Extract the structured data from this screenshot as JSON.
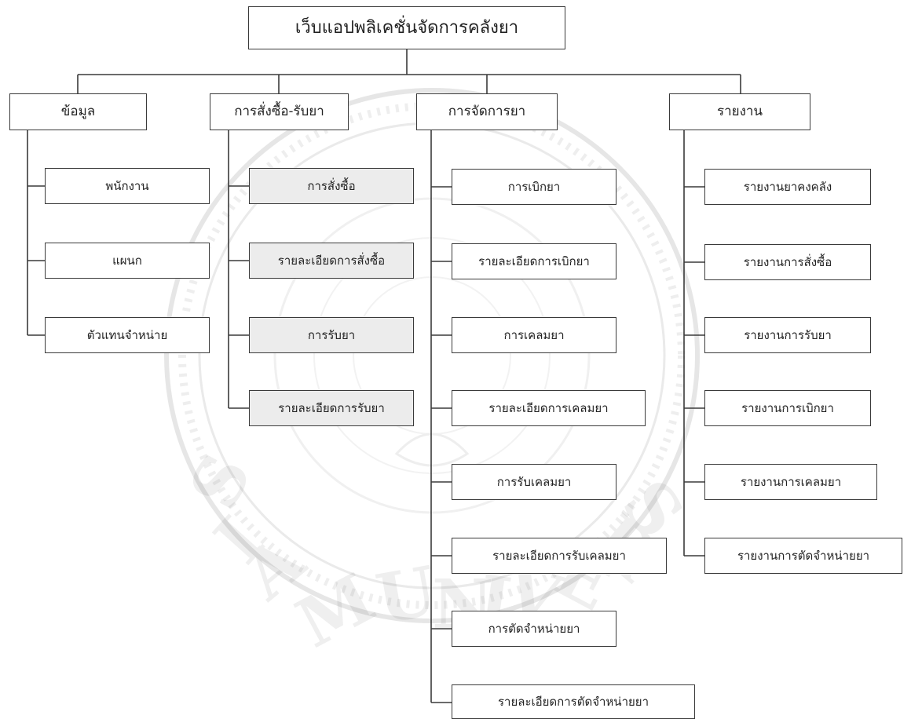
{
  "root": {
    "label": "เว็บแอปพลิเคชั่นจัดการคลังยา"
  },
  "categories": [
    {
      "label": "ข้อมูล",
      "items": [
        "พนักงาน",
        "แผนก",
        "ตัวแทนจำหน่าย"
      ]
    },
    {
      "label": "การสั่งซื้อ-รับยา",
      "items": [
        "การสั่งซื้อ",
        "รายละเอียดการสั่งซื้อ",
        "การรับยา",
        "รายละเอียดการรับยา"
      ]
    },
    {
      "label": "การจัดการยา",
      "items": [
        "การเบิกยา",
        "รายละเอียดการเบิกยา",
        "การเคลมยา",
        "รายละเอียดการเคลมยา",
        "การรับเคลมยา",
        "รายละเอียดการรับเคลมยา",
        "การตัดจำหน่ายยา",
        "รายละเอียดการตัดจำหน่ายยา"
      ]
    },
    {
      "label": "รายงาน",
      "items": [
        "รายงานยาคงคลัง",
        "รายงานการสั่งซื้อ",
        "รายงานการรับยา",
        "รายงานการเบิกยา",
        "รายงานการเคลมยา",
        "รายงานการตัดจำหน่ายยา"
      ]
    }
  ],
  "watermark": {
    "institution": "SIAM UNIVERSITY",
    "letters": [
      "S",
      "I",
      "A",
      "M",
      "U",
      "N",
      "I",
      "V",
      "E",
      "R",
      "S"
    ]
  }
}
